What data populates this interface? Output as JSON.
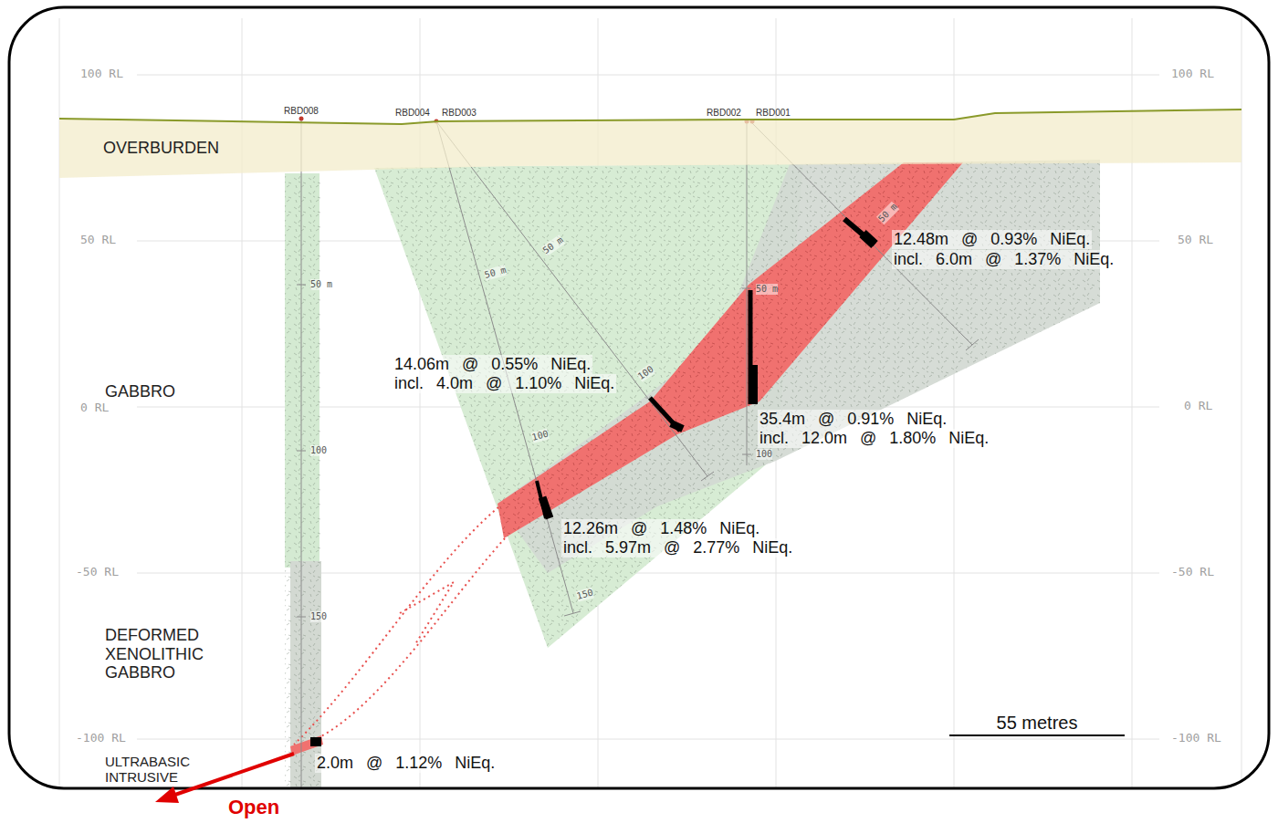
{
  "diagram": {
    "nodes": [
      {
        "text": [
          "OVERBURDEN"
        ]
      }
    ],
    "labels": [
      "100 RL",
      "100 RL",
      "50 RL",
      "50 RL",
      "0 RL",
      "0 RL",
      "-50 RL",
      "-50 RL",
      "-100 RL",
      "-100 RL",
      "GABBRO",
      "DEFORMED XENOLITHIC GABBRO",
      "ULTRABASIC INTRUSIVE",
      "RBD008",
      "RBD004",
      "RBD003",
      "RBD002",
      "RBD001",
      "50 m",
      "100",
      "150",
      "50 m",
      "50 m",
      "100",
      "100",
      "150",
      "50 m",
      "100",
      "50 m",
      "12.48m @ 0.93% NiEq.",
      "incl. 6.0m @ 1.37% NiEq.",
      "14.06m @ 0.55% NiEq.",
      "incl. 4.0m @ 1.10% NiEq.",
      "35.4m @ 0.91% NiEq.",
      "incl. 12.0m @ 1.80% NiEq.",
      "12.26m @ 1.48% NiEq.",
      "incl. 5.97m @ 2.77% NiEq.",
      "2.0m @ 1.12% NiEq.",
      "55 metres",
      "Open"
    ]
  }
}
